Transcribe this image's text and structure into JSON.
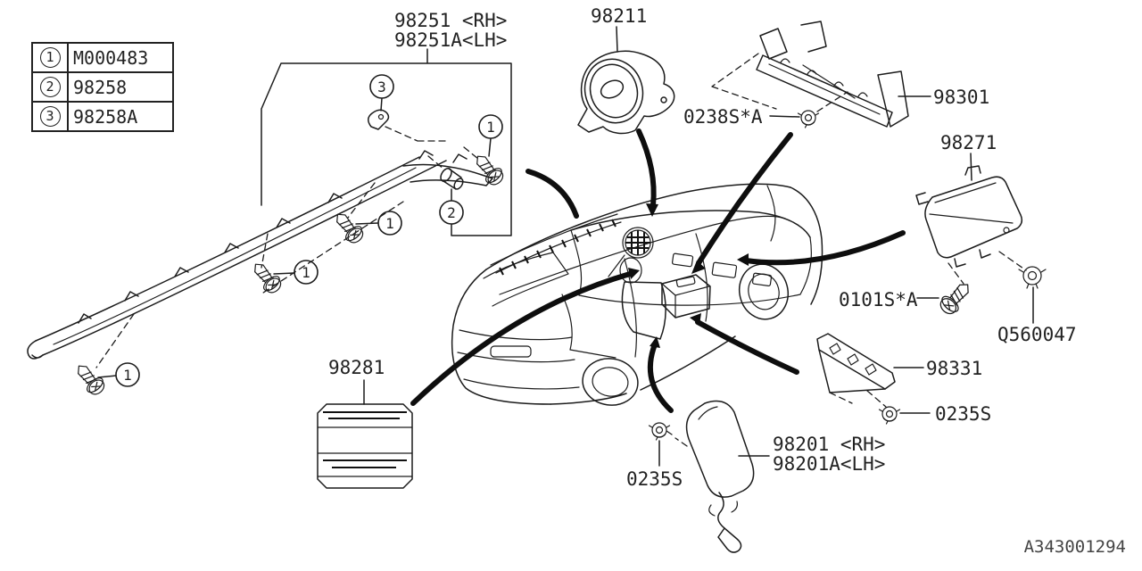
{
  "legend": {
    "rows": [
      {
        "num": "1",
        "code": "M000483"
      },
      {
        "num": "2",
        "code": "98258"
      },
      {
        "num": "3",
        "code": "98258A"
      }
    ]
  },
  "labels": {
    "curtain_rh": "98251 <RH>",
    "curtain_lh": "98251A<LH>",
    "driver_airbag": "98211",
    "clip_0238s": "0238S*A",
    "panel_98301": "98301",
    "pass_airbag": "98271",
    "bolt_0101s": "0101S*A",
    "screw_q560047": "Q560047",
    "knee_pad_98331": "98331",
    "nut_0235s_right": "0235S",
    "nut_0235s_left": "0235S",
    "sticker_98281": "98281",
    "side_airbag_rh": "98201 <RH>",
    "side_airbag_lh": "98201A<LH>",
    "diagram_id": "A343001294"
  },
  "callouts": [
    {
      "num": "3"
    },
    {
      "num": "1"
    },
    {
      "num": "2"
    },
    {
      "num": "1"
    },
    {
      "num": "1"
    },
    {
      "num": "1"
    }
  ]
}
